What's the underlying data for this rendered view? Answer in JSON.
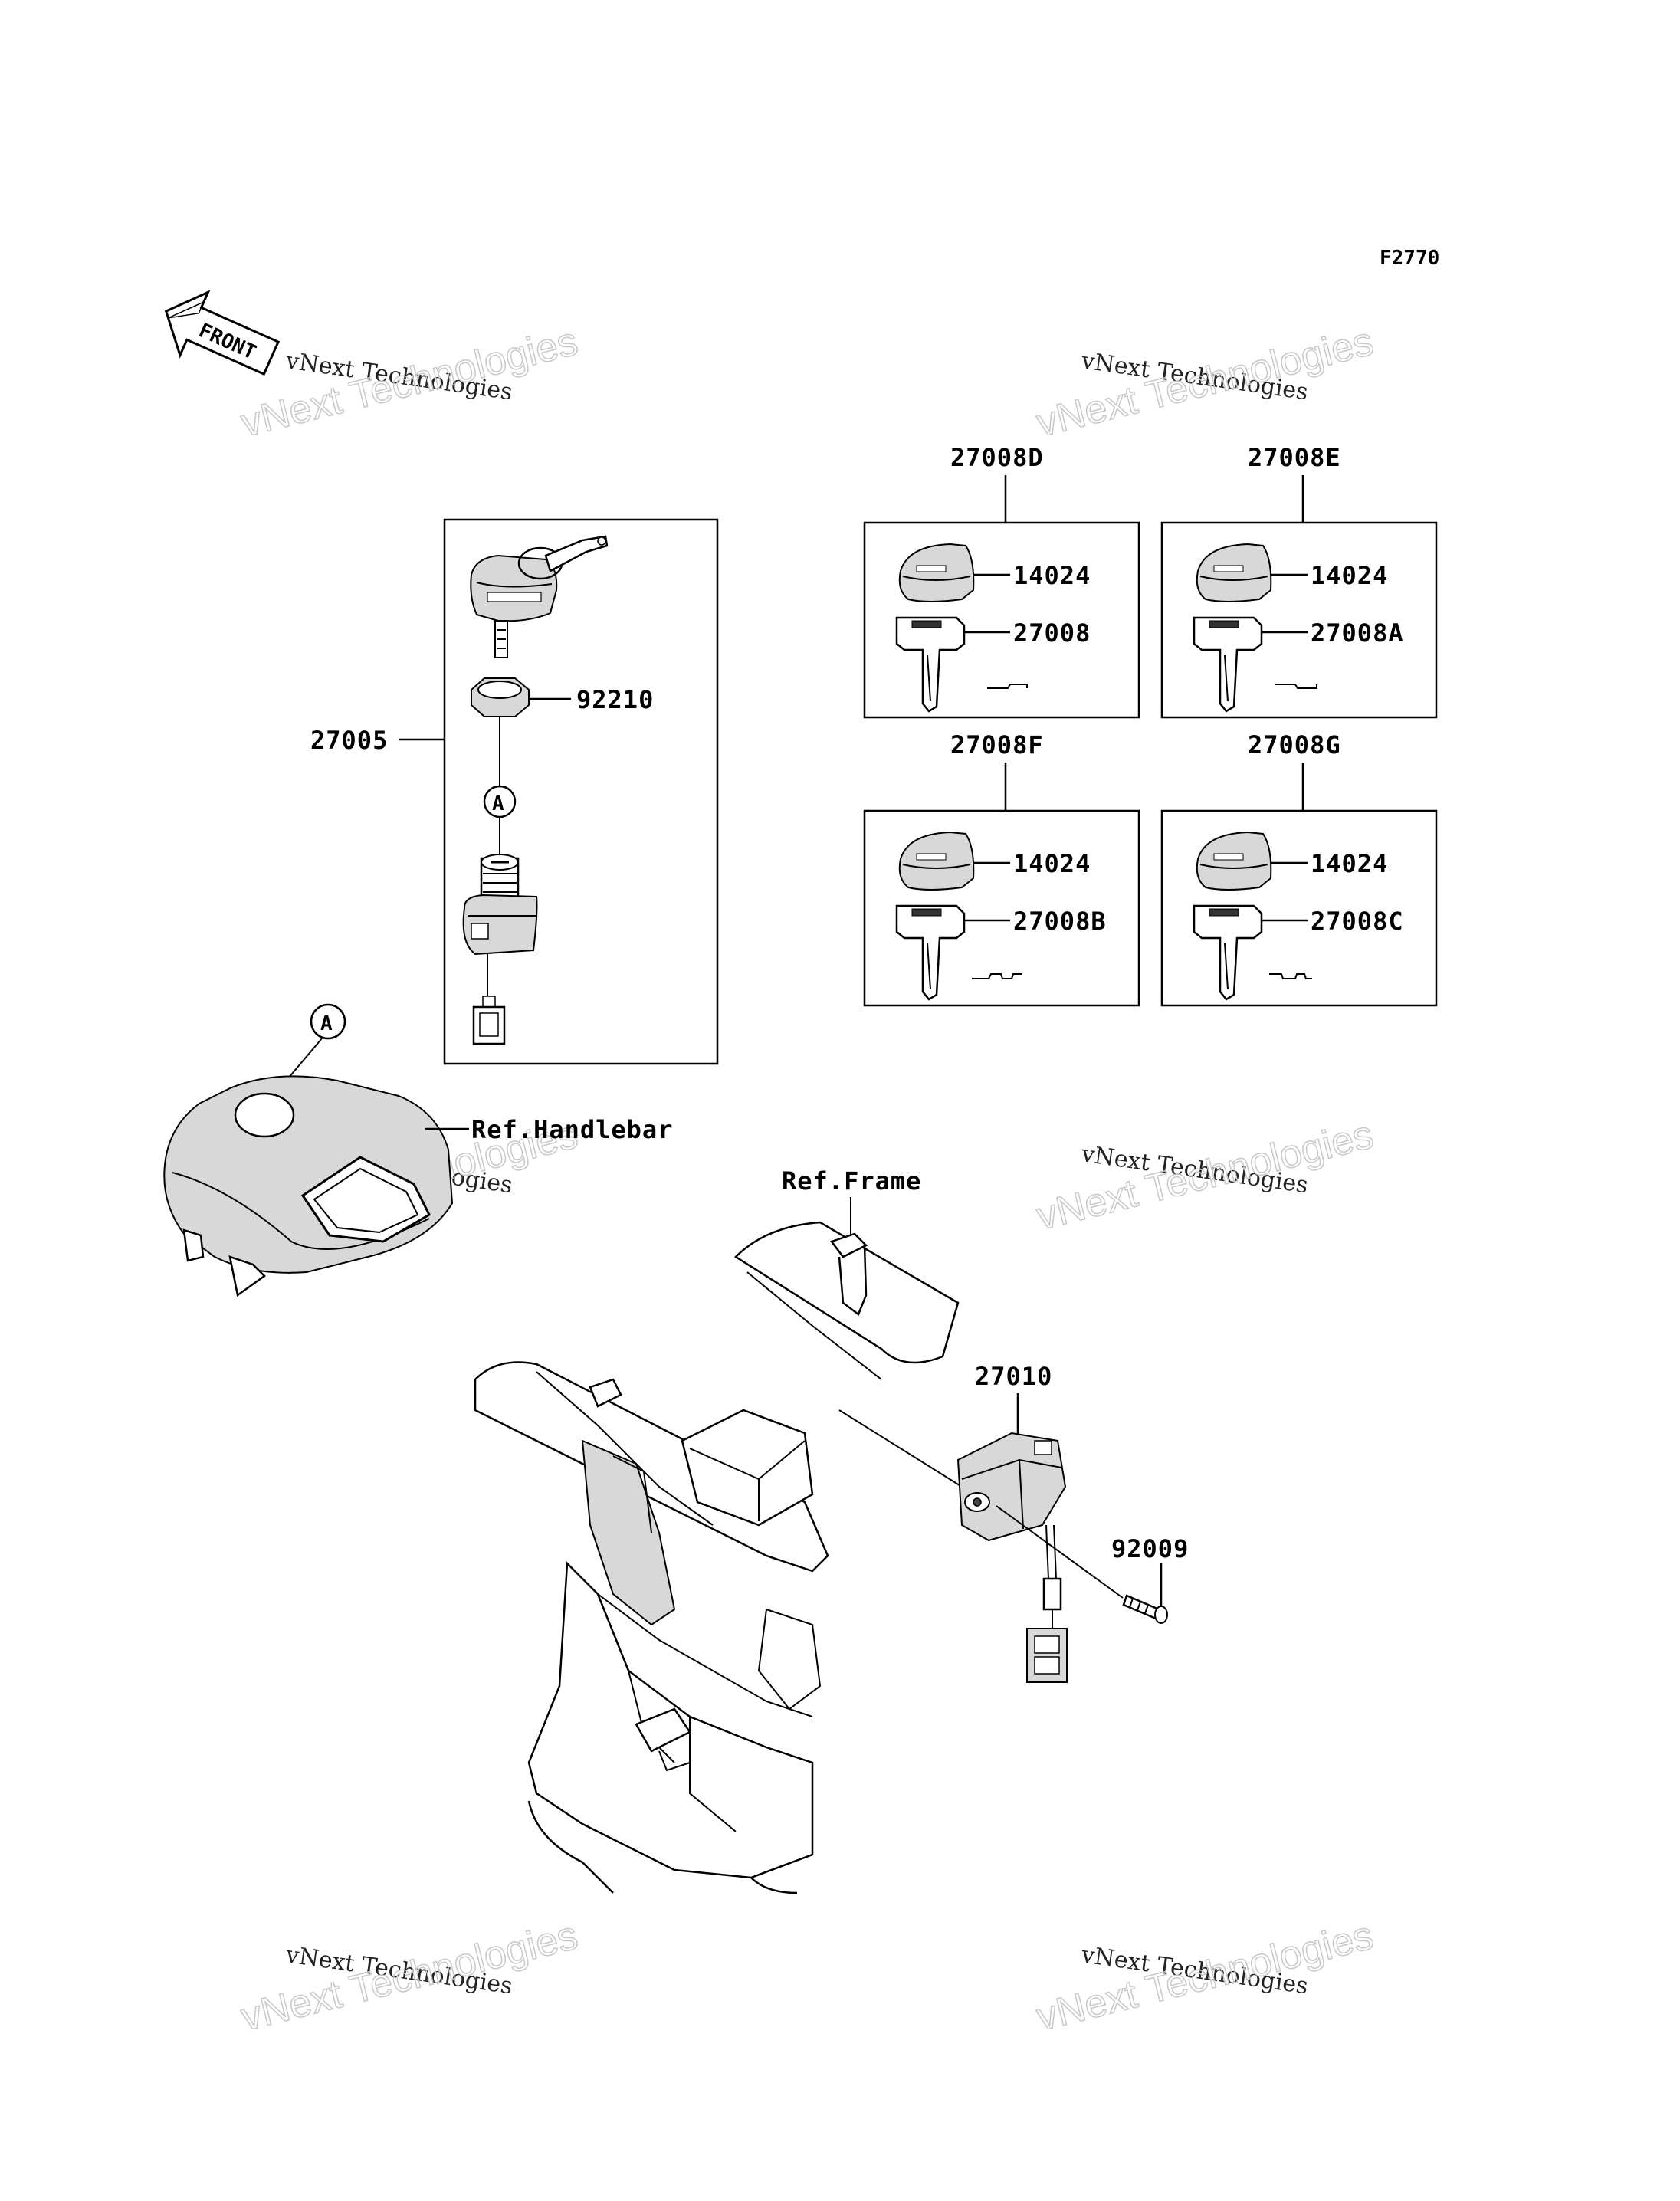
{
  "diagram": {
    "code": "F2770",
    "front_label": "FRONT",
    "watermark": {
      "line1": "vNext Technologies",
      "line2": "vNext Technologies"
    },
    "callouts": {
      "kit_27005": "27005",
      "nut_92210": "92210",
      "ref_a_top": "A",
      "ref_a_bottom": "A",
      "ref_handlebar": "Ref.Handlebar",
      "ref_frame": "Ref.Frame",
      "switch_27010": "27010",
      "screw_92009": "92009"
    },
    "key_sets": [
      {
        "set": "27008D",
        "cap": "14024",
        "key": "27008"
      },
      {
        "set": "27008E",
        "cap": "14024",
        "key": "27008A"
      },
      {
        "set": "27008F",
        "cap": "14024",
        "key": "27008B"
      },
      {
        "set": "27008G",
        "cap": "14024",
        "key": "27008C"
      }
    ]
  }
}
